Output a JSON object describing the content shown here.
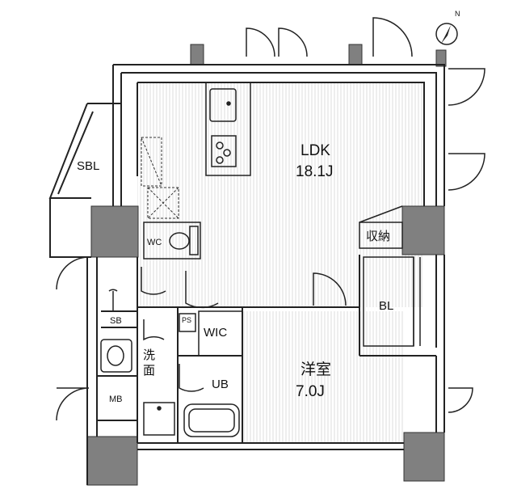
{
  "rooms": {
    "ldk": {
      "name": "LDK",
      "size": "18.1J"
    },
    "western": {
      "name": "洋室",
      "size": "7.0J"
    },
    "sbl": "SBL",
    "wc": "WC",
    "storage": "収納",
    "bl": "BL",
    "sb": "SB",
    "ps": "PS",
    "wic": "WIC",
    "washroom": [
      "洗",
      "面"
    ],
    "ub": "UB",
    "mb": "MB"
  },
  "compass": {
    "north": "N"
  },
  "colors": {
    "wall": "#7f7f7f",
    "line": "#222222",
    "floor_hatch": "#c8c8c8"
  }
}
